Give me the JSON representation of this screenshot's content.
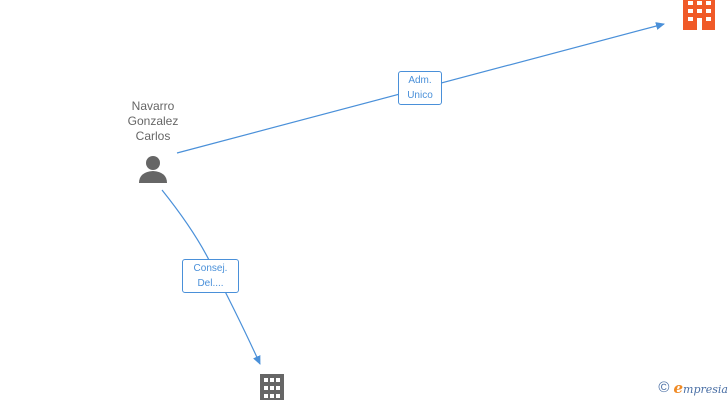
{
  "person": {
    "name_lines": [
      "Navarro",
      "Gonzalez",
      "Carlos"
    ],
    "icon": "person-icon"
  },
  "companies": [
    {
      "id": "company-top-right",
      "icon": "building-icon",
      "color": "#f05a28"
    },
    {
      "id": "company-bottom",
      "icon": "building-icon",
      "color": "#666666"
    }
  ],
  "edges": [
    {
      "id": "edge-adm",
      "label_lines": [
        "Adm.",
        "Unico"
      ],
      "color": "#4a90d9"
    },
    {
      "id": "edge-consej",
      "label_lines": [
        "Consej.",
        "Del...."
      ],
      "color": "#4a90d9"
    }
  ],
  "watermark": {
    "symbol": "©",
    "brand_initial": "e",
    "brand_rest": "mpresia"
  }
}
